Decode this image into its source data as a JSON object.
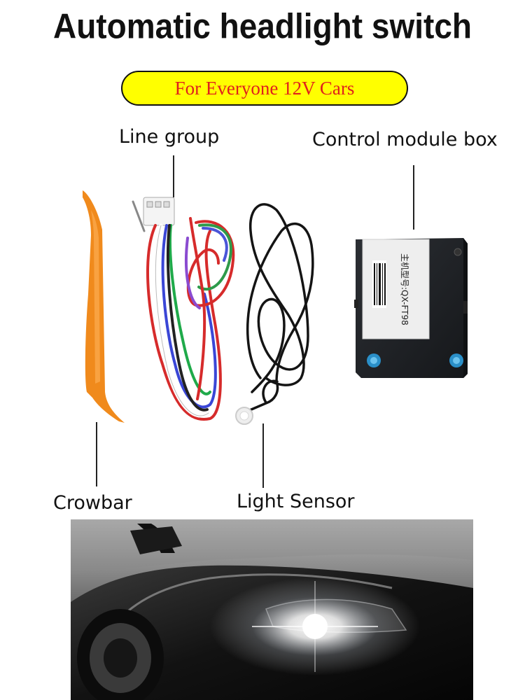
{
  "title": "Automatic headlight switch",
  "badge": "For Everyone 12V Cars",
  "parts": {
    "line_group": "Line group",
    "control_module_box": "Control module box",
    "crowbar": "Crowbar",
    "light_sensor": "Light Sensor"
  },
  "module_label": "主机型号:QX-FT98",
  "colors": {
    "badge_fill": "#ffff00",
    "badge_text": "#e0201c",
    "crowbar": "#f08a1c",
    "module": "#1c1e22"
  }
}
